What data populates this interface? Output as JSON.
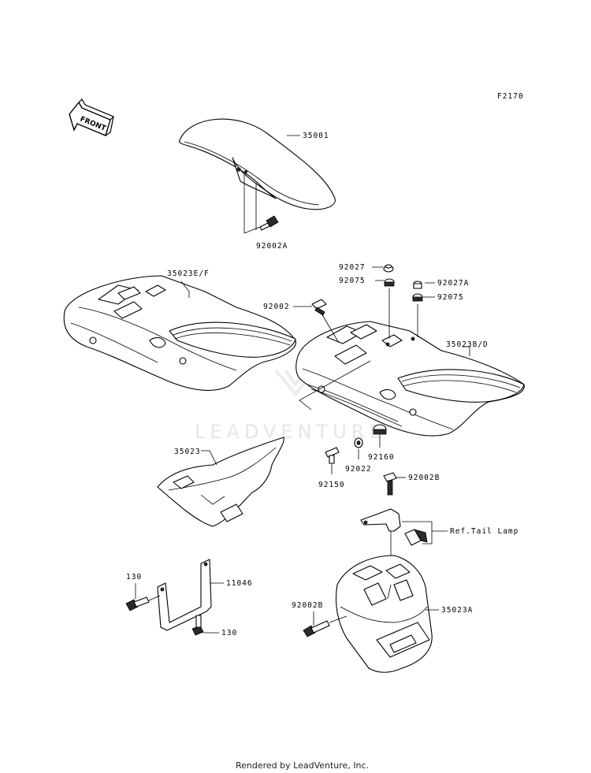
{
  "diagram_code": "F2170",
  "front_label": "FRONT",
  "watermark": "LEADVENTURE",
  "footer": "Rendered by LeadVenture, Inc.",
  "labels": {
    "p35001": "35001",
    "p92002a": "92002A",
    "p35023ef": "35023E/F",
    "p92027": "92027",
    "p92075a": "92075",
    "p92027a": "92027A",
    "p92075b": "92075",
    "p92002": "92002",
    "p35023bd": "35023B/D",
    "p35023": "35023",
    "p92150": "92150",
    "p92022": "92022",
    "p92160": "92160",
    "p92002b1": "92002B",
    "ref_tail_lamp": "Ref.Tail Lamp",
    "p130a": "130",
    "p11046": "11046",
    "p130b": "130",
    "p92002b2": "92002B",
    "p35023a": "35023A"
  }
}
